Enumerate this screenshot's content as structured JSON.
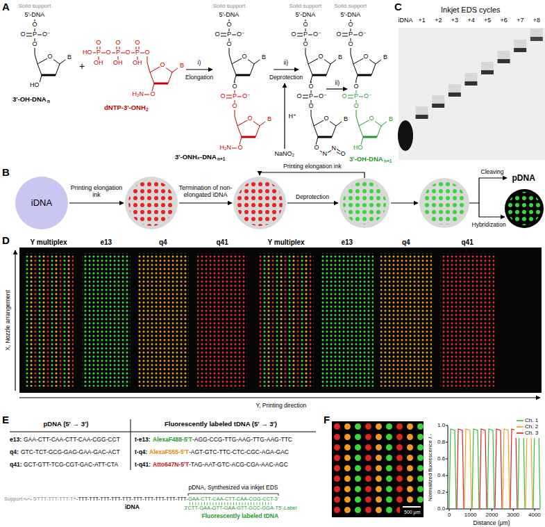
{
  "diagram": {
    "nodes": [
      {
        "text": [
          "iDNA"
        ]
      }
    ],
    "labels": [
      "A",
      "Solid support",
      "5'-DNA",
      "O",
      "O",
      "P",
      "O⁻",
      "O",
      "O",
      "B",
      "HO",
      "3'-OH-DNA",
      "n",
      "+",
      "HO",
      "P",
      "O",
      "P",
      "O",
      "P",
      "O",
      "O",
      "O",
      "O",
      "OH",
      "OH",
      "OH",
      "O",
      "B",
      "O",
      "H₂N",
      "dNTP-3'-ONH",
      "2",
      "i)",
      "Elongation",
      "Solid support",
      "5'-DNA",
      "O",
      "O",
      "P",
      "O⁻",
      "O",
      "O",
      "B",
      "O",
      "O",
      "P",
      "O⁻",
      "O",
      "O",
      "B",
      "O",
      "H₂N",
      "3'-ONH₂-DNA",
      "n+1",
      "ii)",
      "Deprotection",
      "NaNO₂",
      "H⁺",
      "Solid support",
      "5'-DNA",
      "O",
      "O",
      "P",
      "O⁻",
      "O",
      "O",
      "B",
      "O",
      "O",
      "P",
      "O⁻",
      "O",
      "O",
      "B",
      "O",
      "N",
      "N",
      "O",
      "ii)",
      "Solid support",
      "5'-DNA",
      "O",
      "O",
      "P",
      "O⁻",
      "O",
      "O",
      "B",
      "O",
      "O",
      "P",
      "O⁻",
      "O",
      "O",
      "B",
      "HO",
      "3'-OH-DNA",
      "n+1",
      "C",
      "Inkjet EDS cycles",
      "iDNA",
      "+1",
      "+2",
      "+3",
      "+4",
      "+5",
      "+6",
      "+7",
      "+8",
      "B",
      "Printing elongation ink",
      "Termination of non-elongated iDNA",
      "Deprotection",
      "Printing elongation ink",
      "Cleaving",
      "pDNA",
      "Hybridization",
      "D",
      "Y multiplex",
      "e13",
      "q4",
      "q41",
      "Y multiplex",
      "e13",
      "q4",
      "q41",
      "X, Nozzle arrangement",
      "Y, Printing direction",
      "E",
      "pDNA (5' → 3')",
      "Fluorescently labeled tDNA (5' → 3')",
      "e13:",
      "GAA-CTT-CAA-CTT-CAA-CGG-CCT",
      "t-e13:",
      "AlexaF488-5'T",
      "-AGG-CCG-TTG-AAG-TTG-AAG-TTC",
      "q4:",
      "GTC-TCT-GCG-GAG-GAA-GAC-ACT",
      "t-q4:",
      "AlexaF555-5'T",
      "-AGT-GTC-TTC-CTC-CGC-AGA-GAC",
      "q41:",
      "GCT-GTT-TCG-CGT-GAC-ATT-CTA",
      "t-q41:",
      "Atto647N-5'T",
      "-TAG-AAT-GTC-ACG-CGA-AAC-AGC",
      "pDNA, Synthesized via inkjet EDS",
      "Support",
      "5'TTT-TTT-TTT-T",
      "^",
      "-TTT-TTT-TTT-TTT-TTT-TTT-TTT-TTT-TTT-TTT-",
      "GAA-CTT-CAA-CTT-CAA-CGG-CCT-3'",
      "3'CTT-GAA-GTT-GAA-GTT-GCC-GGA-T5'-Label",
      "iDNA",
      "Fluorescently labeled tDNA",
      "F",
      "500 μm",
      "Normalized fluorescence / -",
      "1.0",
      "0.8",
      "0.6",
      "0.4",
      "0.2",
      "0.0",
      "0",
      "1000",
      "2000",
      "3000",
      "4000",
      "Distance (μm)"
    ],
    "legend": [
      {
        "text": "Ch. 1"
      },
      {
        "text": "Ch. 2"
      },
      {
        "text": "Ch. 3"
      }
    ]
  }
}
